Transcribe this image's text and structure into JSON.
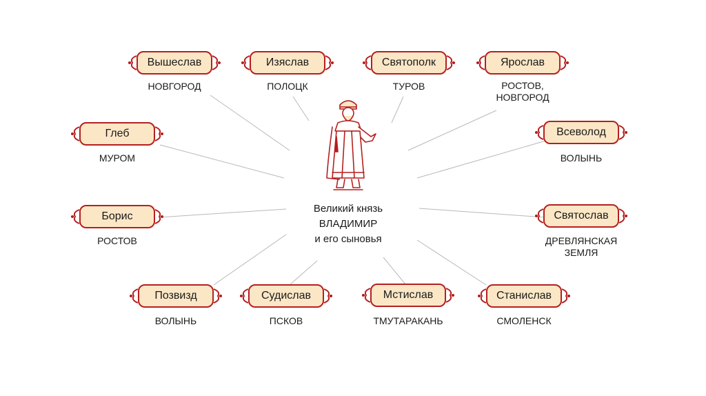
{
  "center": {
    "line1": "Великий князь",
    "line2": "ВЛАДИМИР",
    "line3": "и его сыновья"
  },
  "sons": [
    {
      "name": "Вышеслав",
      "city": "НОВГОРОД"
    },
    {
      "name": "Изяслав",
      "city": "ПОЛОЦК"
    },
    {
      "name": "Святополк",
      "city": "ТУРОВ"
    },
    {
      "name": "Ярослав",
      "city": "РОСТОВ,\nНОВГОРОД"
    },
    {
      "name": "Глеб",
      "city": "МУРОМ"
    },
    {
      "name": "Всеволод",
      "city": "ВОЛЫНЬ"
    },
    {
      "name": "Борис",
      "city": "РОСТОВ"
    },
    {
      "name": "Святослав",
      "city": "ДРЕВЛЯНСКАЯ\nЗЕМЛЯ"
    },
    {
      "name": "Позвизд",
      "city": "ВОЛЫНЬ"
    },
    {
      "name": "Судислав",
      "city": "ПСКОВ"
    },
    {
      "name": "Мстислав",
      "city": "ТМУТАРАКАНЬ"
    },
    {
      "name": "Станислав",
      "city": "СМОЛЕНСК"
    }
  ],
  "colors": {
    "plaque_fill": "#fbe7c6",
    "plaque_border": "#b51f1f",
    "connector": "#b8b8b8",
    "figure_outline": "#b51f1f"
  }
}
